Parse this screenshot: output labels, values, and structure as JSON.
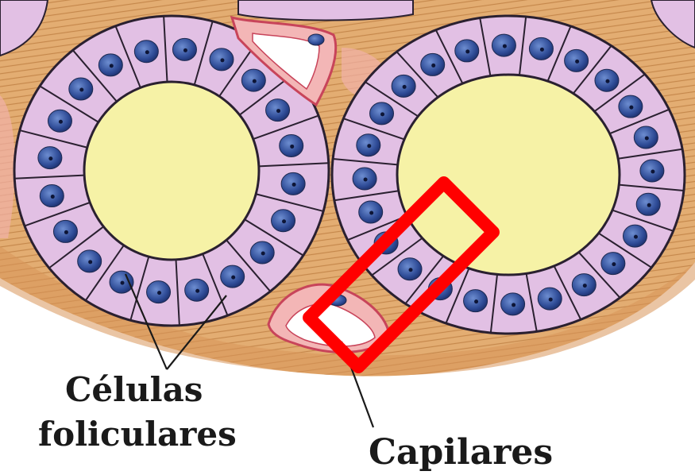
{
  "labels": {
    "follicular_cells_line1": "Células",
    "follicular_cells_line2": "foliculares",
    "capillaries": "Capilares"
  },
  "colors": {
    "colloid": "#f6f2a6",
    "cell_fill": "#e2c0e4",
    "cell_outline": "#2a2030",
    "nucleus": "#3f5fa8",
    "connective_tissue": "#e0aa6e",
    "capillary_wall": "#c8445a",
    "highlight_box": "#ff0000"
  },
  "icons": {
    "highlight": "rectangle-highlight-icon"
  }
}
